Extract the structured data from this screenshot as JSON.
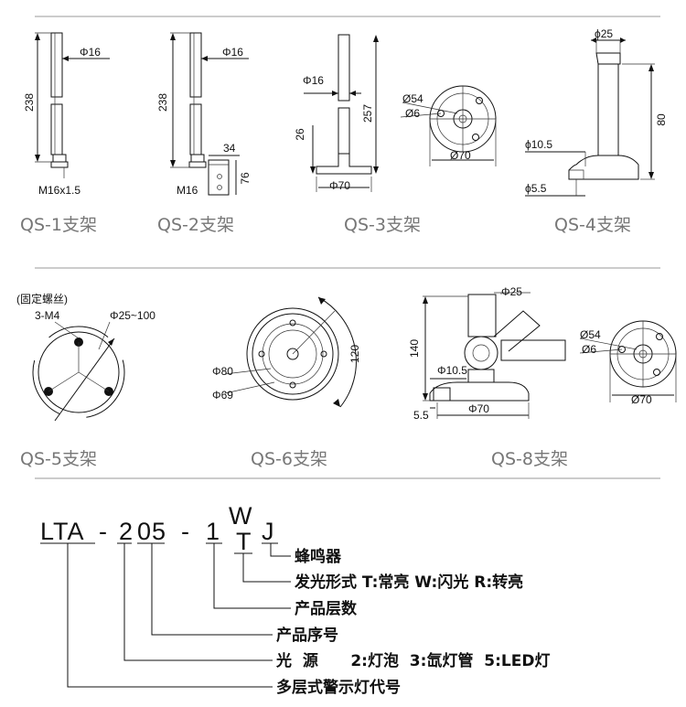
{
  "captions": [
    "QS-1支架",
    "QS-2支架",
    "QS-3支架",
    "QS-4支架",
    "QS-5支架",
    "QS-6支架",
    "QS-8支架"
  ],
  "qs1": {
    "dia": "Φ16",
    "height": "238",
    "thread": "M16x1.5"
  },
  "qs2": {
    "dia": "Φ16",
    "height": "238",
    "thread": "M16",
    "w": "34",
    "h": "76"
  },
  "qs3": {
    "dia": "Φ16",
    "h1": "26",
    "h2": "257",
    "base": "Φ70",
    "c54": "Ø54",
    "c6": "Ø6",
    "c70": "Ø70"
  },
  "qs4": {
    "top": "ϕ25",
    "h": "80",
    "mid": "ϕ10.5",
    "bot": "ϕ5.5"
  },
  "qs5": {
    "note": "(固定螺丝)",
    "screws": "3-M4",
    "range": "Φ25~100"
  },
  "qs6": {
    "d80": "Φ80",
    "d69": "Φ69",
    "h": "120"
  },
  "qs8": {
    "top": "Φ25",
    "h": "140",
    "d105": "Φ10.5",
    "d55": "5.5",
    "d70": "Φ70",
    "c54": "Ø54",
    "c6": "Ø6",
    "c70": "Ø70"
  },
  "code": {
    "p1": "LTA",
    "d1": "-",
    "p2": "2",
    "p3": "05",
    "d2": "-",
    "p4": "1",
    "w": "W",
    "t": "T",
    "j": "J"
  },
  "legend": [
    "蜂鸣器",
    "发光形式 T:常亮  W:闪光  R:转亮",
    "产品层数",
    "产品序号",
    "光  源      2:灯泡  3:氙灯管  5:LED灯",
    "多层式警示灯代号"
  ]
}
